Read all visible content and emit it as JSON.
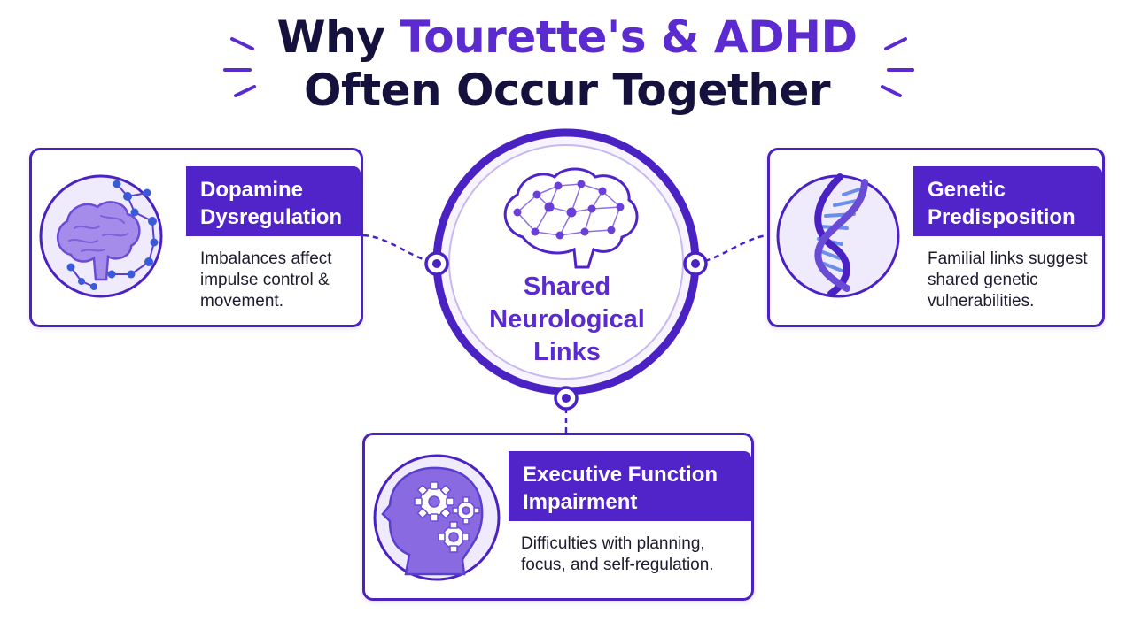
{
  "title": {
    "line1_dark": "Why ",
    "line1_accent": "Tourette's & ADHD",
    "line2": "Often Occur Together"
  },
  "center": {
    "label_lines": [
      "Shared",
      "Neurological",
      "Links"
    ]
  },
  "cards": {
    "dopamine": {
      "heading_lines": [
        "Dopamine",
        "Dysregulation"
      ],
      "body_lines": [
        "Imbalances affect",
        "impulse control &",
        "movement."
      ],
      "icon": "brain-network-icon"
    },
    "genetic": {
      "heading_lines": [
        "Genetic",
        "Predisposition"
      ],
      "body_lines": [
        "Familial links suggest",
        "shared genetic",
        "vulnerabilities."
      ],
      "icon": "dna-helix-icon"
    },
    "executive": {
      "heading_lines": [
        "Executive Function",
        "Impairment"
      ],
      "body_lines": [
        "Difficulties with planning,",
        "focus, and self-regulation."
      ],
      "icon": "head-gears-icon"
    }
  },
  "colors": {
    "primary": "#5024c8",
    "accent_text": "#5b2bd0",
    "title_dark": "#14123d",
    "icon_light": "#efeafc",
    "icon_mid": "#8f6fe0"
  }
}
